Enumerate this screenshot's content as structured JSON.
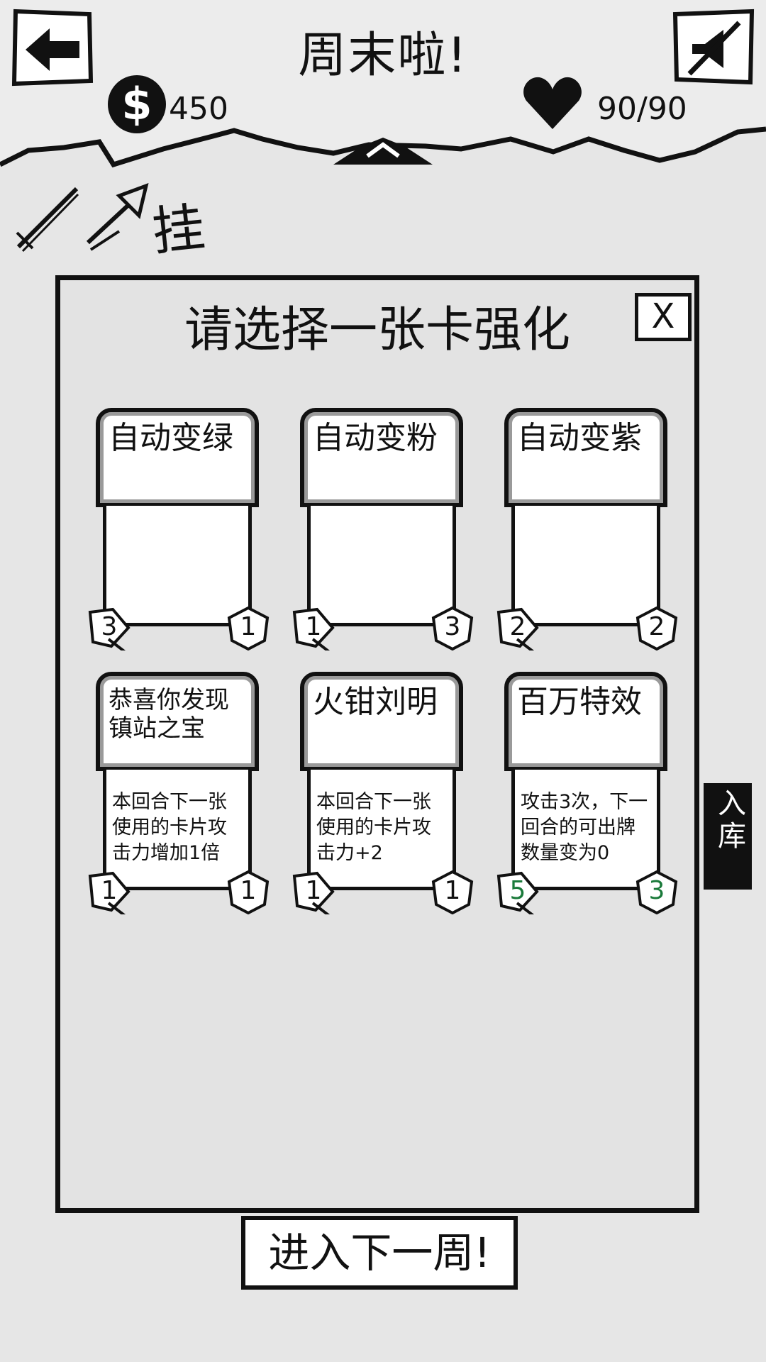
{
  "header": {
    "title": "周末啦!",
    "gold": "450",
    "hp": "90/90",
    "icons": [
      "back-arrow-icon",
      "mute-icon",
      "dollar-coin-icon",
      "heart-icon",
      "chevron-up-icon"
    ]
  },
  "relics": {
    "items": [
      "sword-icon",
      "arrow-icon"
    ],
    "char": "挂"
  },
  "side_panel": {
    "lines": [
      "入",
      "库"
    ]
  },
  "modal": {
    "title": "请选择一张卡强化",
    "close_label": "X"
  },
  "cards": [
    {
      "name": "自动变绿",
      "desc": "",
      "cost": "3",
      "atk": "1"
    },
    {
      "name": "自动变粉",
      "desc": "",
      "cost": "1",
      "atk": "3"
    },
    {
      "name": "自动变紫",
      "desc": "",
      "cost": "2",
      "atk": "2"
    },
    {
      "name": "恭喜你发现镇站之宝",
      "desc": "本回合下一张使用的卡片攻击力增加1倍",
      "cost": "1",
      "atk": "1"
    },
    {
      "name": "火钳刘明",
      "desc": "本回合下一张使用的卡片攻击力+2",
      "cost": "1",
      "atk": "1"
    },
    {
      "name": "百万特效",
      "desc": "攻击3次，下一回合的可出牌数量变为0",
      "cost": "5",
      "atk": "3"
    }
  ],
  "footer": {
    "next_label": "进入下一周!"
  },
  "colors": {
    "upgraded_stat": "#1a7a3a"
  }
}
